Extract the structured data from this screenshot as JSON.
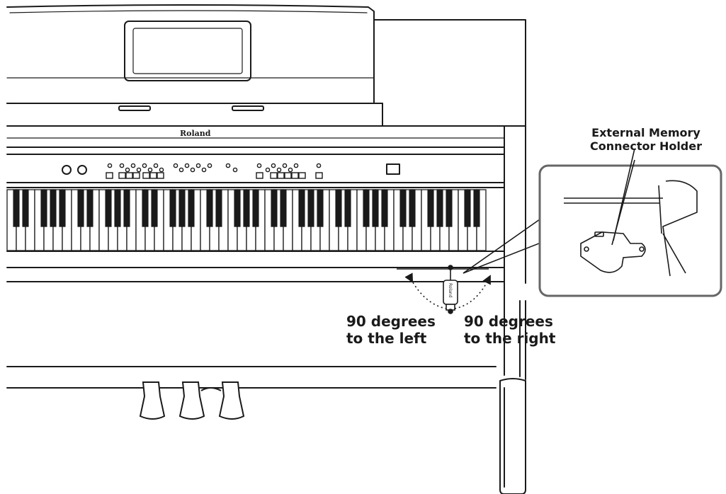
{
  "brand": {
    "logo_text": "Roland"
  },
  "callout": {
    "line1": "External Memory",
    "line2": "Connector Holder"
  },
  "rotation": {
    "left_line1": "90 degrees",
    "left_line2": "to the left",
    "right_line1": "90 degrees",
    "right_line2": "to the right"
  },
  "holder": {
    "badge_text": "Roland"
  }
}
